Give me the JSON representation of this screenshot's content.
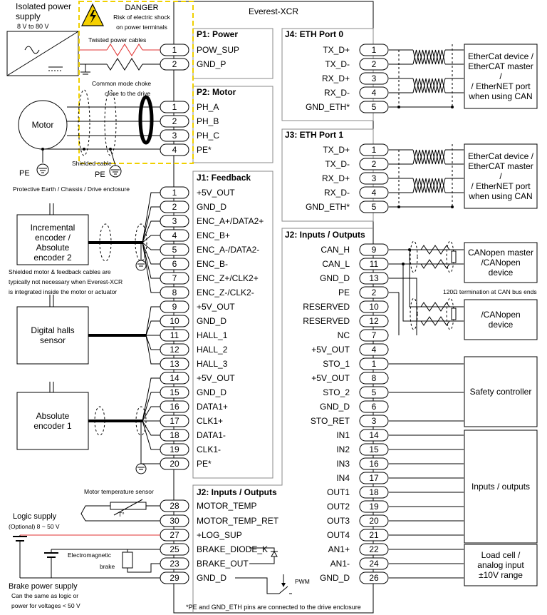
{
  "title": "Everest-XCR",
  "footnote": "*PE and GND_ETH pins are connected to the drive enclosure",
  "danger": {
    "title": "DANGER",
    "line1": "Risk of electric shock",
    "line2": "on power terminals"
  },
  "left": {
    "power_supply": {
      "label1": "Isolated power",
      "label2": "supply",
      "range": "8 V to 80 V"
    },
    "twisted": "Twisted power cables",
    "choke1": "Common mode choke",
    "choke2": "close to the drive",
    "motor": "Motor",
    "shielded": "Shielded cable",
    "pe": "PE",
    "pe2": "PE",
    "pe_note": "Protective Earth / Chassis / Drive enclosure",
    "incremental": [
      "Incremental",
      "encoder /",
      "Absolute",
      "encoder 2"
    ],
    "shield_note": [
      "Shielded motor & feedback cables are",
      "typically not necessary when Everest-XCR",
      "is integrated inside the motor or actuator"
    ],
    "halls": [
      "Digital halls",
      "sensor"
    ],
    "absolute": [
      "Absolute",
      "encoder 1"
    ],
    "motor_temp": "Motor temperature sensor",
    "temp_symbol": "T°",
    "logic": {
      "label": "Logic supply",
      "range": "(Optional) 8  ~ 50 V"
    },
    "brake": [
      "Electromagnetic",
      "brake"
    ],
    "brake_supply": {
      "label": "Brake power supply",
      "line1": "Can the same as logic or",
      "line2": "power for voltages < 50 V"
    },
    "pwm": "PWM"
  },
  "left_sections": [
    {
      "header": "P1: Power",
      "pins": [
        {
          "n": "1",
          "name": "POW_SUP"
        },
        {
          "n": "2",
          "name": "GND_P"
        }
      ]
    },
    {
      "header": "P2: Motor",
      "pins": [
        {
          "n": "1",
          "name": "PH_A"
        },
        {
          "n": "2",
          "name": "PH_B"
        },
        {
          "n": "3",
          "name": "PH_C"
        },
        {
          "n": "4",
          "name": "PE*"
        }
      ]
    },
    {
      "header": "J1: Feedback",
      "pins": [
        {
          "n": "1",
          "name": "+5V_OUT"
        },
        {
          "n": "2",
          "name": "GND_D"
        },
        {
          "n": "3",
          "name": "ENC_A+/DATA2+"
        },
        {
          "n": "4",
          "name": "ENC_B+"
        },
        {
          "n": "5",
          "name": "ENC_A-/DATA2-"
        },
        {
          "n": "6",
          "name": "ENC_B-"
        },
        {
          "n": "7",
          "name": "ENC_Z+/CLK2+"
        },
        {
          "n": "8",
          "name": "ENC_Z-/CLK2-"
        },
        {
          "n": "9",
          "name": "+5V_OUT"
        },
        {
          "n": "10",
          "name": "GND_D"
        },
        {
          "n": "11",
          "name": "HALL_1"
        },
        {
          "n": "12",
          "name": "HALL_2"
        },
        {
          "n": "13",
          "name": "HALL_3"
        },
        {
          "n": "14",
          "name": "+5V_OUT"
        },
        {
          "n": "15",
          "name": "GND_D"
        },
        {
          "n": "16",
          "name": "DATA1+"
        },
        {
          "n": "17",
          "name": "CLK1+"
        },
        {
          "n": "18",
          "name": "DATA1-"
        },
        {
          "n": "19",
          "name": "CLK1-"
        },
        {
          "n": "20",
          "name": "PE*"
        }
      ]
    },
    {
      "header": "J2: Inputs / Outputs",
      "pins": [
        {
          "n": "28",
          "name": "MOTOR_TEMP"
        },
        {
          "n": "30",
          "name": "MOTOR_TEMP_RET"
        },
        {
          "n": "27",
          "name": "+LOG_SUP"
        },
        {
          "n": "25",
          "name": "BRAKE_DIODE_K"
        },
        {
          "n": "23",
          "name": "BRAKE_OUT"
        },
        {
          "n": "29",
          "name": "GND_D"
        }
      ]
    }
  ],
  "right_sections": [
    {
      "header": "J4: ETH Port 0",
      "pins": [
        {
          "n": "1",
          "name": "TX_D+"
        },
        {
          "n": "2",
          "name": "TX_D-"
        },
        {
          "n": "3",
          "name": "RX_D+"
        },
        {
          "n": "4",
          "name": "RX_D-"
        },
        {
          "n": "5",
          "name": "GND_ETH*"
        }
      ]
    },
    {
      "header": "J3: ETH Port 1",
      "pins": [
        {
          "n": "1",
          "name": "TX_D+"
        },
        {
          "n": "2",
          "name": "TX_D-"
        },
        {
          "n": "3",
          "name": "RX_D+"
        },
        {
          "n": "4",
          "name": "RX_D-"
        },
        {
          "n": "5",
          "name": "GND_ETH*"
        }
      ]
    },
    {
      "header": "J2: Inputs / Outputs",
      "pins": [
        {
          "n": "9",
          "name": "CAN_H"
        },
        {
          "n": "11",
          "name": "CAN_L"
        },
        {
          "n": "13",
          "name": "GND_D"
        },
        {
          "n": "2",
          "name": "PE"
        },
        {
          "n": "10",
          "name": "RESERVED"
        },
        {
          "n": "12",
          "name": "RESERVED"
        },
        {
          "n": "7",
          "name": "NC"
        },
        {
          "n": "4",
          "name": "+5V_OUT"
        },
        {
          "n": "1",
          "name": "STO_1"
        },
        {
          "n": "8",
          "name": "+5V_OUT"
        },
        {
          "n": "5",
          "name": "STO_2"
        },
        {
          "n": "6",
          "name": "GND_D"
        },
        {
          "n": "3",
          "name": "STO_RET"
        },
        {
          "n": "14",
          "name": "IN1"
        },
        {
          "n": "15",
          "name": "IN2"
        },
        {
          "n": "16",
          "name": "IN3"
        },
        {
          "n": "17",
          "name": "IN4"
        },
        {
          "n": "18",
          "name": "OUT1"
        },
        {
          "n": "19",
          "name": "OUT2"
        },
        {
          "n": "20",
          "name": "OUT3"
        },
        {
          "n": "21",
          "name": "OUT4"
        },
        {
          "n": "22",
          "name": "AN1+"
        },
        {
          "n": "24",
          "name": "AN1-"
        },
        {
          "n": "26",
          "name": "GND_D"
        }
      ]
    }
  ],
  "devices": [
    {
      "lines": [
        "EtherCat device /",
        "EtherCAT master",
        "/",
        "/ EtherNET port",
        "when using CAN"
      ]
    },
    {
      "lines": [
        "EtherCat device /",
        "EtherCAT master",
        "/",
        "/ EtherNET port",
        "when using CAN"
      ]
    },
    {
      "lines": [
        "CANopen master",
        "/CANopen",
        "device"
      ]
    },
    {
      "lines": [
        "/CANopen",
        "device"
      ]
    },
    {
      "lines": [
        "Safety controller"
      ]
    },
    {
      "lines": [
        "Inputs / outputs"
      ]
    },
    {
      "lines": [
        "Load cell /",
        "analog input",
        "±10V range"
      ]
    }
  ],
  "can_termination": "120Ω termination at CAN bus ends",
  "colors": {
    "danger_border": "#f0d000",
    "power_wire": "#e03030",
    "logic_wire": "#e03030",
    "outline": "#000000"
  }
}
